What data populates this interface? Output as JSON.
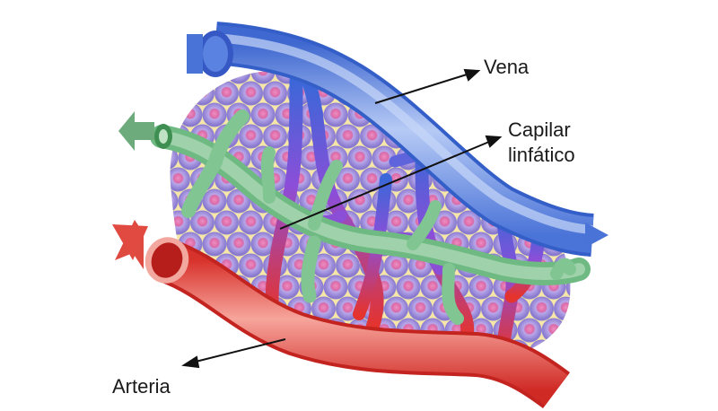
{
  "labels": {
    "vena": "Vena",
    "capilar_line1": "Capilar",
    "capilar_line2": "linfático",
    "arteria": "Arteria"
  },
  "colors": {
    "vein": "#4d78dc",
    "vein_light": "#a9c0f2",
    "artery": "#e23b35",
    "artery_light": "#f7a39a",
    "lymph": "#7fc38e",
    "lymph_light": "#bfe3c4",
    "capillary_mix": "#8a4fd6",
    "tissue": "#f6e7a8",
    "cell": "#9a8fd8",
    "cell_nucleus": "#e76fa6",
    "arrow": "#111111"
  }
}
